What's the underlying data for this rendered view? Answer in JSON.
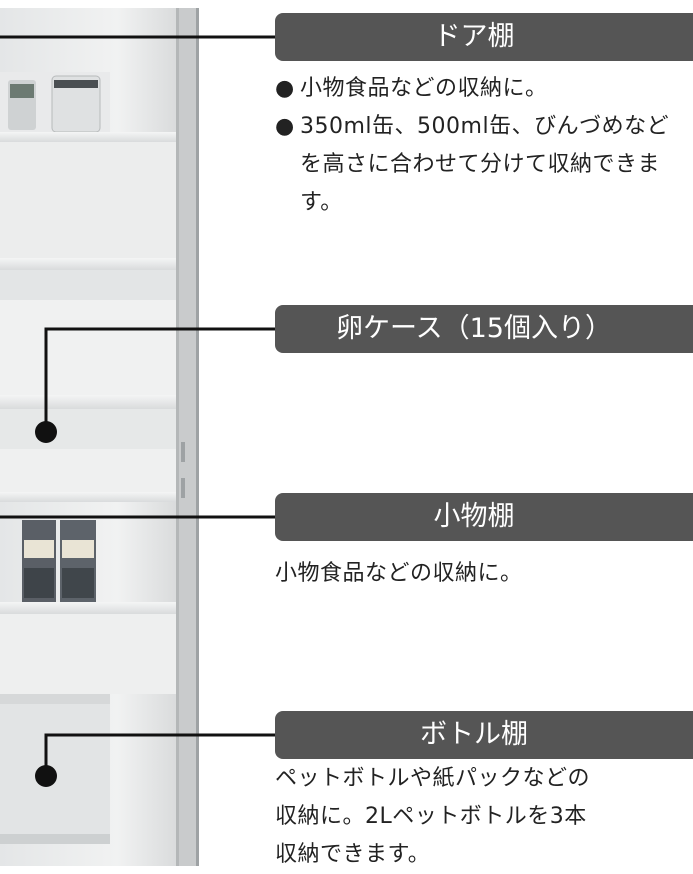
{
  "callouts": [
    {
      "title": "ドア棚",
      "bullets": [
        "小物食品などの収納に。",
        "350ml缶、500ml缶、びんづめなどを高さに合わせて分けて収納できます。"
      ]
    },
    {
      "title": "卵ケース（15個入り）"
    },
    {
      "title": "小物棚",
      "lines": [
        "小物食品などの収納に。"
      ]
    },
    {
      "title": "ボトル棚",
      "lines": [
        "ペットボトルや紙パックなどの",
        "収納に。2Lペットボトルを3本",
        "収納できます。"
      ]
    }
  ],
  "bullet_symbol": "●",
  "colors": {
    "label_bar": "#555555",
    "label_text": "#ffffff",
    "leader_line": "#111111",
    "body_text": "#222222"
  }
}
